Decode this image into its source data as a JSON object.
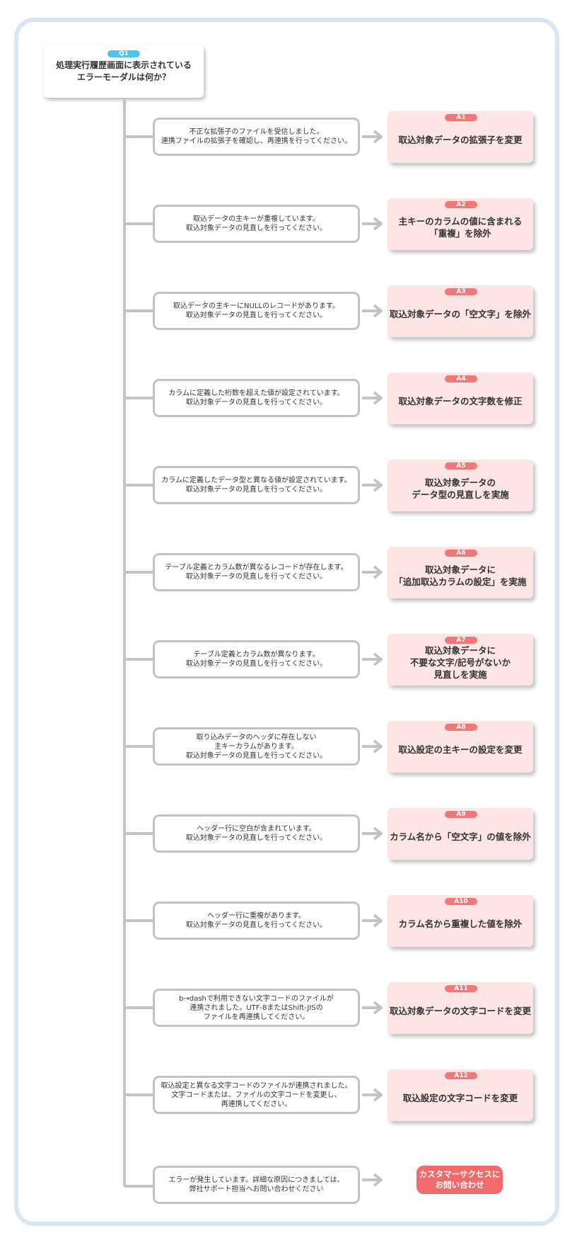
{
  "question": {
    "tag": "Q1",
    "text": "処理実行履歴画面に表示されている\nエラーモーダルは何か？"
  },
  "rows": [
    {
      "error": "不正な拡張子のファイルを受信しました。\n連携ファイルの拡張子を確認し、再連携を行ってください。",
      "answer_tag": "A1",
      "answer": "取込対象データの拡張子を変更"
    },
    {
      "error": "取込データの主キーが重複しています。\n取込対象データの見直しを行ってください。",
      "answer_tag": "A2",
      "answer": "主キーのカラムの値に含まれる\n「重複」を除外"
    },
    {
      "error": "取込データの主キーにNULLのレコードがあります。\n取込対象データの見直しを行ってください。",
      "answer_tag": "A3",
      "answer": "取込対象データの「空文字」を除外"
    },
    {
      "error": "カラムに定義した桁数を超えた値が設定されています。\n取込対象データの見直しを行ってください。",
      "answer_tag": "A4",
      "answer": "取込対象データの文字数を修正"
    },
    {
      "error": "カラムに定義したデータ型と異なる値が設定されています。\n取込対象データの見直しを行ってください。",
      "answer_tag": "A5",
      "answer": "取込対象データの\nデータ型の見直しを実施"
    },
    {
      "error": "テーブル定義とカラム数が異なるレコードが存在します。\n取込対象データの見直しを行ってください。",
      "answer_tag": "A6",
      "answer": "取込対象データに\n「追加取込カラムの設定」を実施"
    },
    {
      "error": "テーブル定義とカラム数が異なります。\n取込対象データの見直しを行ってください。",
      "answer_tag": "A7",
      "answer": "取込対象データに\n不要な文字/記号がないか\n見直しを実施"
    },
    {
      "error": "取り込みデータのヘッダに存在しない\n主キーカラムがあります。\n取込対象データの見直しを行ってください。",
      "answer_tag": "A8",
      "answer": "取込設定の主キーの設定を変更"
    },
    {
      "error": "ヘッダー行に空白が含まれています。\n取込対象データの見直しを行ってください。",
      "answer_tag": "A9",
      "answer": "カラム名から「空文字」の値を除外"
    },
    {
      "error": "ヘッダー行に重複があります。\n取込対象データの見直しを行ってください。",
      "answer_tag": "A10",
      "answer": "カラム名から重複した値を除外"
    },
    {
      "error": "b→dashで利用できない文字コードのファイルが\n連携されました。UTF-8またはShift-JISの\nファイルを再連携してください。",
      "answer_tag": "A11",
      "answer": "取込対象データの文字コードを変更"
    },
    {
      "error": "取込設定と異なる文字コードのファイルが連携されました。\n文字コードまたは、ファイルの文字コードを変更し、\n再連携してください。",
      "answer_tag": "A12",
      "answer": "取込設定の文字コードを変更"
    }
  ],
  "final": {
    "error": "エラーが発生しています。詳細な原因につきましては、\n弊社サポート担当へお問い合わせください",
    "action": "カスタマーサクセスに\nお問い合わせ"
  },
  "colors": {
    "frame": "#d6e6f4",
    "question_tag": "#4fc3f0",
    "answer_bg": "#fde5e3",
    "answer_tag": "#f07878",
    "contact_button": "#f26b6b",
    "connector": "#c3c3c3"
  }
}
